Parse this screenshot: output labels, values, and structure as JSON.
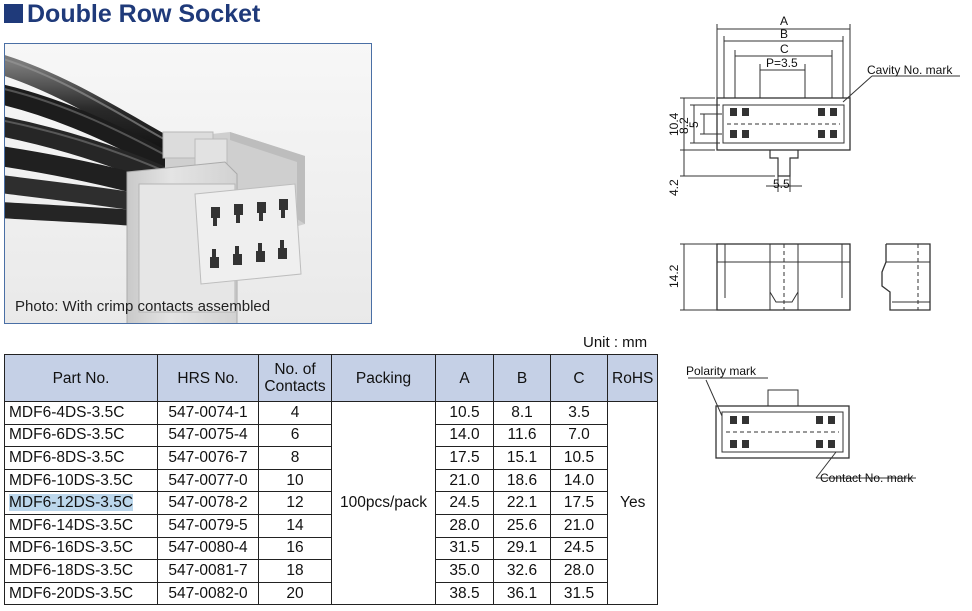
{
  "title": "Double Row Socket",
  "photo": {
    "caption": "Photo: With crimp contacts assembled"
  },
  "unit": "Unit : mm",
  "table": {
    "headers": {
      "part_no": "Part No.",
      "hrs_no": "HRS No.",
      "contacts_line1": "No. of",
      "contacts_line2": "Contacts",
      "packing": "Packing",
      "a": "A",
      "b": "B",
      "c": "C",
      "rohs": "RoHS"
    },
    "packing": "100pcs/pack",
    "rohs": "Yes",
    "rows": [
      {
        "part": "MDF6-4DS-3.5C",
        "hrs": "547-0074-1",
        "contacts": "4",
        "a": "10.5",
        "b": "8.1",
        "c": "3.5"
      },
      {
        "part": "MDF6-6DS-3.5C",
        "hrs": "547-0075-4",
        "contacts": "6",
        "a": "14.0",
        "b": "11.6",
        "c": "7.0"
      },
      {
        "part": "MDF6-8DS-3.5C",
        "hrs": "547-0076-7",
        "contacts": "8",
        "a": "17.5",
        "b": "15.1",
        "c": "10.5"
      },
      {
        "part": "MDF6-10DS-3.5C",
        "hrs": "547-0077-0",
        "contacts": "10",
        "a": "21.0",
        "b": "18.6",
        "c": "14.0"
      },
      {
        "part": "MDF6-12DS-3.5C",
        "hrs": "547-0078-2",
        "contacts": "12",
        "a": "24.5",
        "b": "22.1",
        "c": "17.5"
      },
      {
        "part": "MDF6-14DS-3.5C",
        "hrs": "547-0079-5",
        "contacts": "14",
        "a": "28.0",
        "b": "25.6",
        "c": "21.0"
      },
      {
        "part": "MDF6-16DS-3.5C",
        "hrs": "547-0080-4",
        "contacts": "16",
        "a": "31.5",
        "b": "29.1",
        "c": "24.5"
      },
      {
        "part": "MDF6-18DS-3.5C",
        "hrs": "547-0081-7",
        "contacts": "18",
        "a": "35.0",
        "b": "32.6",
        "c": "28.0"
      },
      {
        "part": "MDF6-20DS-3.5C",
        "hrs": "547-0082-0",
        "contacts": "20",
        "a": "38.5",
        "b": "36.1",
        "c": "31.5"
      }
    ]
  },
  "drawing": {
    "dim_a": "A",
    "dim_b": "B",
    "dim_c": "C",
    "pitch": "P=3.5",
    "cavity_mark": "Cavity No. mark",
    "h_10_4": "10.4",
    "h_8_2": "8.2",
    "h_5": "5",
    "h_4_2": "4.2",
    "w_5_5": "5.5",
    "h_14_2": "14.2",
    "polarity_mark": "Polarity mark",
    "contact_mark": "Contact No. mark"
  }
}
